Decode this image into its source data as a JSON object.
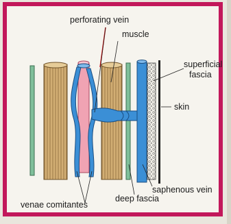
{
  "labels": {
    "perforating_vein": "perforating vein",
    "muscle": "muscle",
    "superficial_fascia_1": "superficial",
    "superficial_fascia_2": "fascia",
    "skin": "skin",
    "saphenous_vein": "saphenous vein",
    "deep_fascia": "deep fascia",
    "venae_comitantes": "venae comitantes"
  },
  "colors": {
    "frame": "#c2185b",
    "vein_blue": "#3b8fd6",
    "artery_pink": "#f0a3b3",
    "muscle_tan": "#caa56b",
    "fascia_green": "#7fbf9a"
  }
}
